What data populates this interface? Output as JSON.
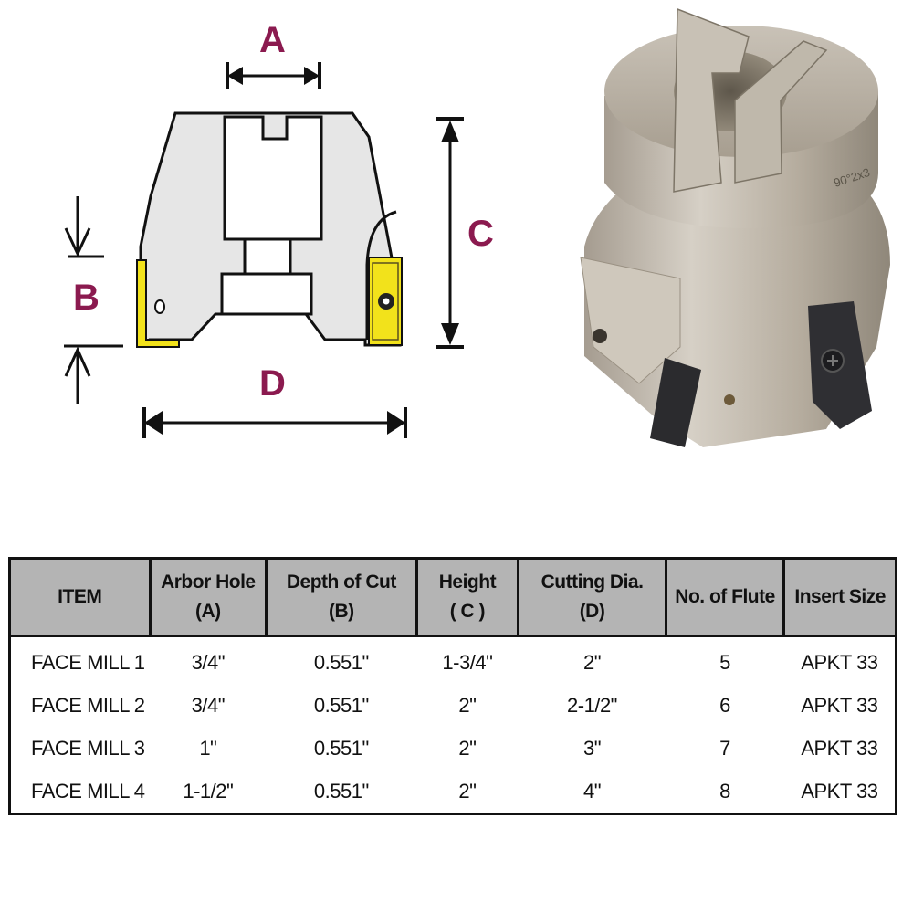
{
  "diagram": {
    "labels": {
      "a": "A",
      "b": "B",
      "c": "C",
      "d": "D"
    },
    "label_color": "#8B1A4F",
    "insert_color": "#F2E21B",
    "body_fill": "#E6E6E6"
  },
  "photo": {
    "engraving": "90°2x3",
    "body_color": "#B9B1A4",
    "insert_color": "#2B2B2E"
  },
  "table": {
    "header_fill": "#B4B4B4",
    "columns": [
      {
        "line1": "ITEM",
        "line2": ""
      },
      {
        "line1": "Arbor Hole",
        "line2": "(A)"
      },
      {
        "line1": "Depth of Cut",
        "line2": "(B)"
      },
      {
        "line1": "Height",
        "line2": "( C )"
      },
      {
        "line1": "Cutting Dia.",
        "line2": "(D)"
      },
      {
        "line1": "No. of Flute",
        "line2": ""
      },
      {
        "line1": "Insert Size",
        "line2": ""
      }
    ],
    "rows": [
      [
        "FACE MILL 1",
        "3/4\"",
        "0.551\"",
        "1-3/4\"",
        "2\"",
        "5",
        "APKT 33"
      ],
      [
        "FACE MILL 2",
        "3/4\"",
        "0.551\"",
        "2\"",
        "2-1/2\"",
        "6",
        "APKT 33"
      ],
      [
        "FACE MILL 3",
        "1\"",
        "0.551\"",
        "2\"",
        "3\"",
        "7",
        "APKT 33"
      ],
      [
        "FACE MILL 4",
        "1-1/2\"",
        "0.551\"",
        "2\"",
        "4\"",
        "8",
        "APKT 33"
      ]
    ]
  }
}
